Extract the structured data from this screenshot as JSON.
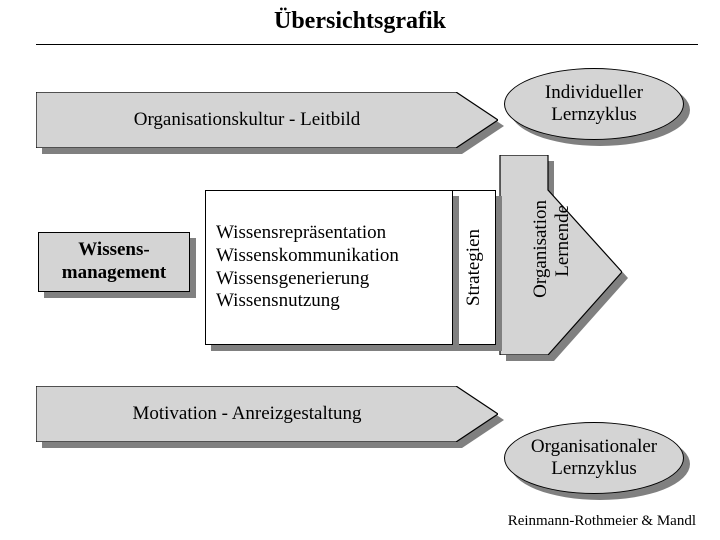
{
  "title": "Übersichtsgrafik",
  "banners": {
    "top": "Organisationskultur - Leitbild",
    "bottom": "Motivation - Anreizgestaltung"
  },
  "ellipses": {
    "individual": {
      "line1": "Individueller",
      "line2": "Lernzyklus"
    },
    "organisational": {
      "line1": "Organisationaler",
      "line2": "Lernzyklus"
    }
  },
  "boxes": {
    "wissensmanagement": {
      "line1": "Wissens-",
      "line2": "management"
    },
    "activities": {
      "line1": "Wissensrepräsentation",
      "line2": "Wissenskommunikation",
      "line3": "Wissensgenerierung",
      "line4": "Wissensnutzung"
    },
    "strategien": "Strategien"
  },
  "arrow": {
    "label_line1": "Lernende",
    "label_line2": "Organisation"
  },
  "credit": "Reinmann-Rothmeier & Mandl",
  "colors": {
    "fill": "#d4d4d4",
    "shadow": "#808080",
    "outline": "#000000",
    "white": "#ffffff"
  }
}
